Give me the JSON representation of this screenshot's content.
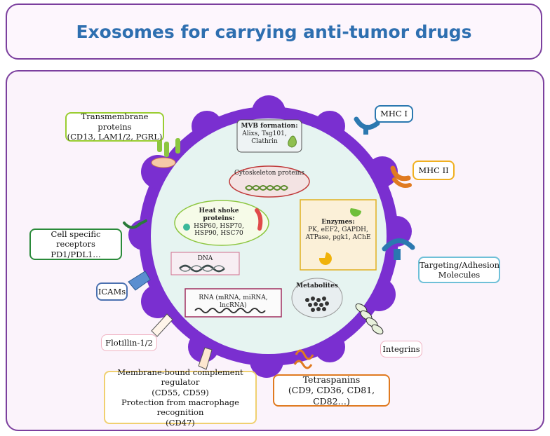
{
  "title": "Exosomes for carrying anti-tumor drugs",
  "outer_labels": {
    "transmembrane": [
      "Transmembrane proteins",
      "(CD13, LAM1/2, PGRL)"
    ],
    "mhc1": "MHC I",
    "mhc2": "MHC II",
    "cell_receptors": [
      "Cell specific receptors",
      "PD1/PDL1…"
    ],
    "targeting": [
      "Targeting/Adhesion",
      "Molecules"
    ],
    "icams": "ICAMs",
    "integrins": "Integrins",
    "flotillin": "Flotillin-1/2",
    "complement": [
      "Membrane-bound complement regulator",
      "(CD55, CD59)",
      "Protection from macrophage recognition",
      "(CD47)"
    ],
    "tetraspanins": [
      "Tetraspanins",
      "(CD9, CD36, CD81, CD82…)"
    ]
  },
  "inner_labels": {
    "mvb_title": "MVB formation:",
    "mvb_items": [
      "Alixs, Tsg101,",
      "Clathrin"
    ],
    "cytoskeleton": "Cytoskeleton proteins",
    "heat_title": "Heat shoke proteins:",
    "heat_items": [
      "HSP60, HSP70,",
      "HSP90, HSC70"
    ],
    "enzymes_title": "Enzymes:",
    "enzymes_items": [
      "PK, eEF2, GAPDH,",
      "ATPase, pgk1, AChE"
    ],
    "dna": "DNA",
    "metabolites": "Metabolites",
    "rna": "RNA (mRNA, miRNA, lncRNA)"
  },
  "colors": {
    "membrane": "#7a2fd0",
    "cytoplasm": "#e6f4f1",
    "title": "#2e6fb0",
    "frame": "#7b3f9e"
  }
}
